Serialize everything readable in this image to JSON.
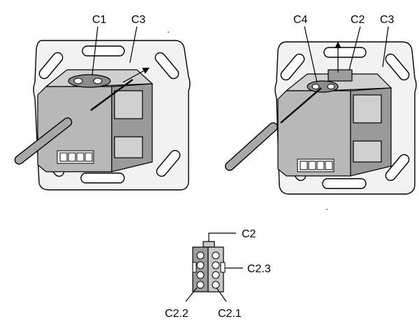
{
  "figure": {
    "left_view": {
      "labels": {
        "c1": "C1",
        "c3": "C3"
      }
    },
    "right_view": {
      "labels": {
        "c4": "C4",
        "c2": "C2",
        "c3": "C3"
      }
    },
    "connector_detail": {
      "labels": {
        "c2": "C2",
        "c2_3": "C2.3",
        "c2_2": "C2.2",
        "c2_1": "C2.1"
      }
    }
  }
}
